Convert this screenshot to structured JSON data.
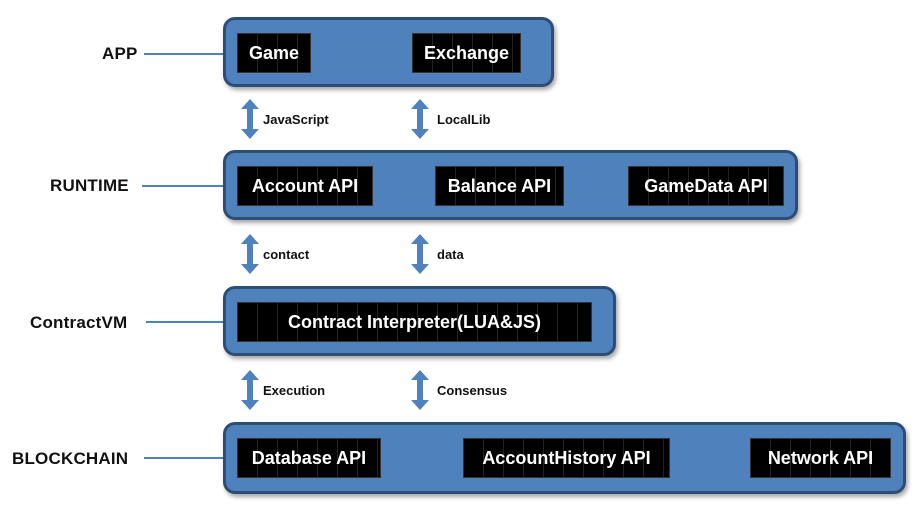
{
  "layers": {
    "app": {
      "label": "APP",
      "modules": [
        "Game",
        "Exchange"
      ]
    },
    "runtime": {
      "label": "RUNTIME",
      "modules": [
        "Account API",
        "Balance API",
        "GameData API"
      ]
    },
    "contractvm": {
      "label": "ContractVM",
      "modules": [
        "Contract Interpreter(LUA&JS)"
      ]
    },
    "blockchain": {
      "label": "BLOCKCHAIN",
      "modules": [
        "Database API",
        "AccountHistory API",
        "Network API"
      ]
    }
  },
  "links": {
    "app_runtime": [
      "JavaScript",
      "LocalLib"
    ],
    "runtime_contractvm": [
      "contact",
      "data"
    ],
    "contractvm_blockchain": [
      "Execution",
      "Consensus"
    ]
  },
  "colors": {
    "panel_fill": "#4f81bd",
    "panel_border": "#2c4d76",
    "module_fill": "#000000",
    "module_text": "#ffffff",
    "arrow": "#4f81bd"
  }
}
